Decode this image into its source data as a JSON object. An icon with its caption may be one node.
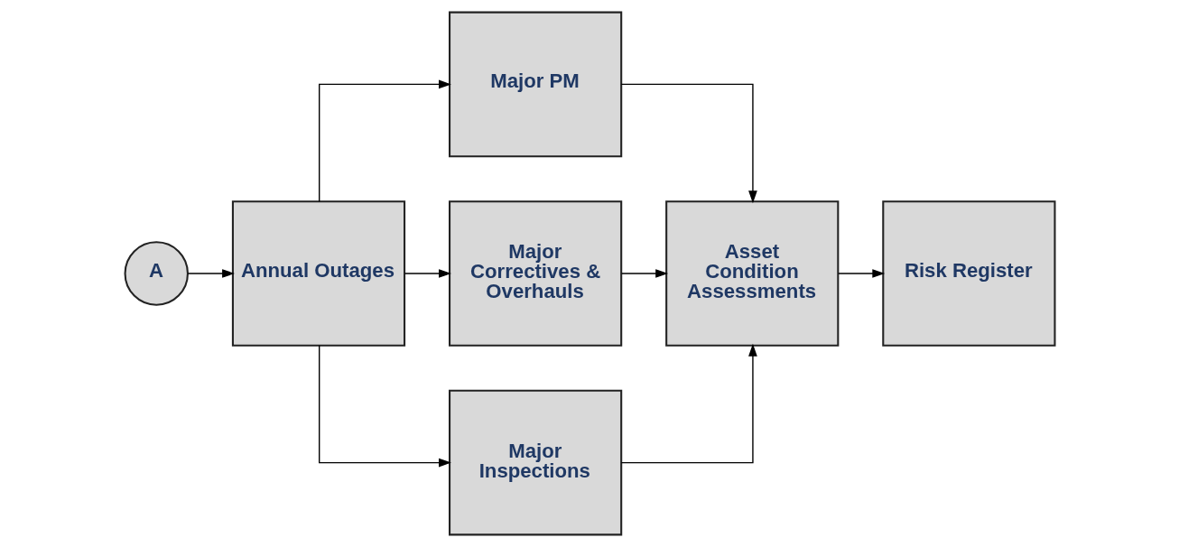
{
  "diagram": {
    "nodes": [
      {
        "text": [
          "A"
        ]
      },
      {
        "text": [
          "Annual Outages"
        ]
      },
      {
        "text": [
          "Major PM"
        ]
      },
      {
        "text": [
          "Major Correctives & Overhauls"
        ]
      },
      {
        "text": [
          "Major Inspections"
        ]
      },
      {
        "text": [
          "Asset Condition Assessments"
        ]
      },
      {
        "text": [
          "Risk Register"
        ]
      }
    ],
    "edges": [
      {
        "from": 0,
        "to": 1,
        "arrow": "to"
      },
      {
        "from": 1,
        "to": 2,
        "arrow": "to"
      },
      {
        "from": 1,
        "to": 3,
        "arrow": "to"
      },
      {
        "from": 1,
        "to": 4,
        "arrow": "to"
      },
      {
        "from": 2,
        "to": 5,
        "arrow": "to"
      },
      {
        "from": 3,
        "to": 5,
        "arrow": "to"
      },
      {
        "from": 4,
        "to": 5,
        "arrow": "to"
      },
      {
        "from": 5,
        "to": 6,
        "arrow": "to"
      }
    ]
  }
}
